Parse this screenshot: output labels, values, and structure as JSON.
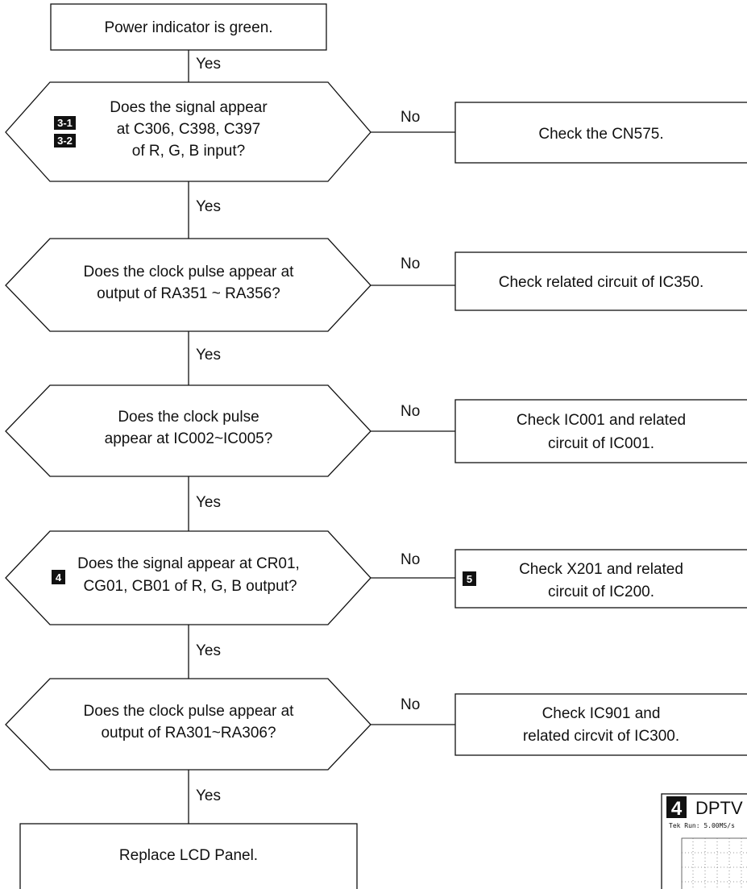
{
  "flowchart": {
    "start_box": "Power indicator is green.",
    "yes_1": "Yes",
    "d1": {
      "line1": "Does the signal appear",
      "line2": "at C306, C398, C397",
      "line3": "of R, G, B input?",
      "badge1": "3-1",
      "badge2": "3-2"
    },
    "no_1": "No",
    "r1": "Check the CN575.",
    "yes_2": "Yes",
    "d2": {
      "line1": "Does the clock pulse appear at",
      "line2": "output of RA351 ~ RA356?"
    },
    "no_2": "No",
    "r2": "Check related circuit of IC350.",
    "yes_3": "Yes",
    "d3": {
      "line1": "Does the clock pulse",
      "line2": "appear at IC002~IC005?"
    },
    "no_3": "No",
    "r3": {
      "line1": "Check IC001 and related",
      "line2": "circuit of IC001."
    },
    "yes_4": "Yes",
    "d4": {
      "line1": "Does the signal appear at CR01,",
      "line2": "CG01, CB01 of R, G, B output?",
      "badge": "4"
    },
    "no_4": "No",
    "r4": {
      "line1": "Check X201 and related",
      "line2": "circuit of IC200.",
      "badge": "5"
    },
    "yes_5": "Yes",
    "d5": {
      "line1": "Does the clock pulse appear at",
      "line2": "output of RA301~RA306?"
    },
    "no_5": "No",
    "r5": {
      "line1": "Check IC901 and",
      "line2": "related circvit of IC300."
    },
    "yes_6": "Yes",
    "end_box": "Replace LCD Panel."
  },
  "scope_panel": {
    "badge": "4",
    "title": "DPTV F",
    "header": "Tek Run: 5.00MS/s"
  }
}
